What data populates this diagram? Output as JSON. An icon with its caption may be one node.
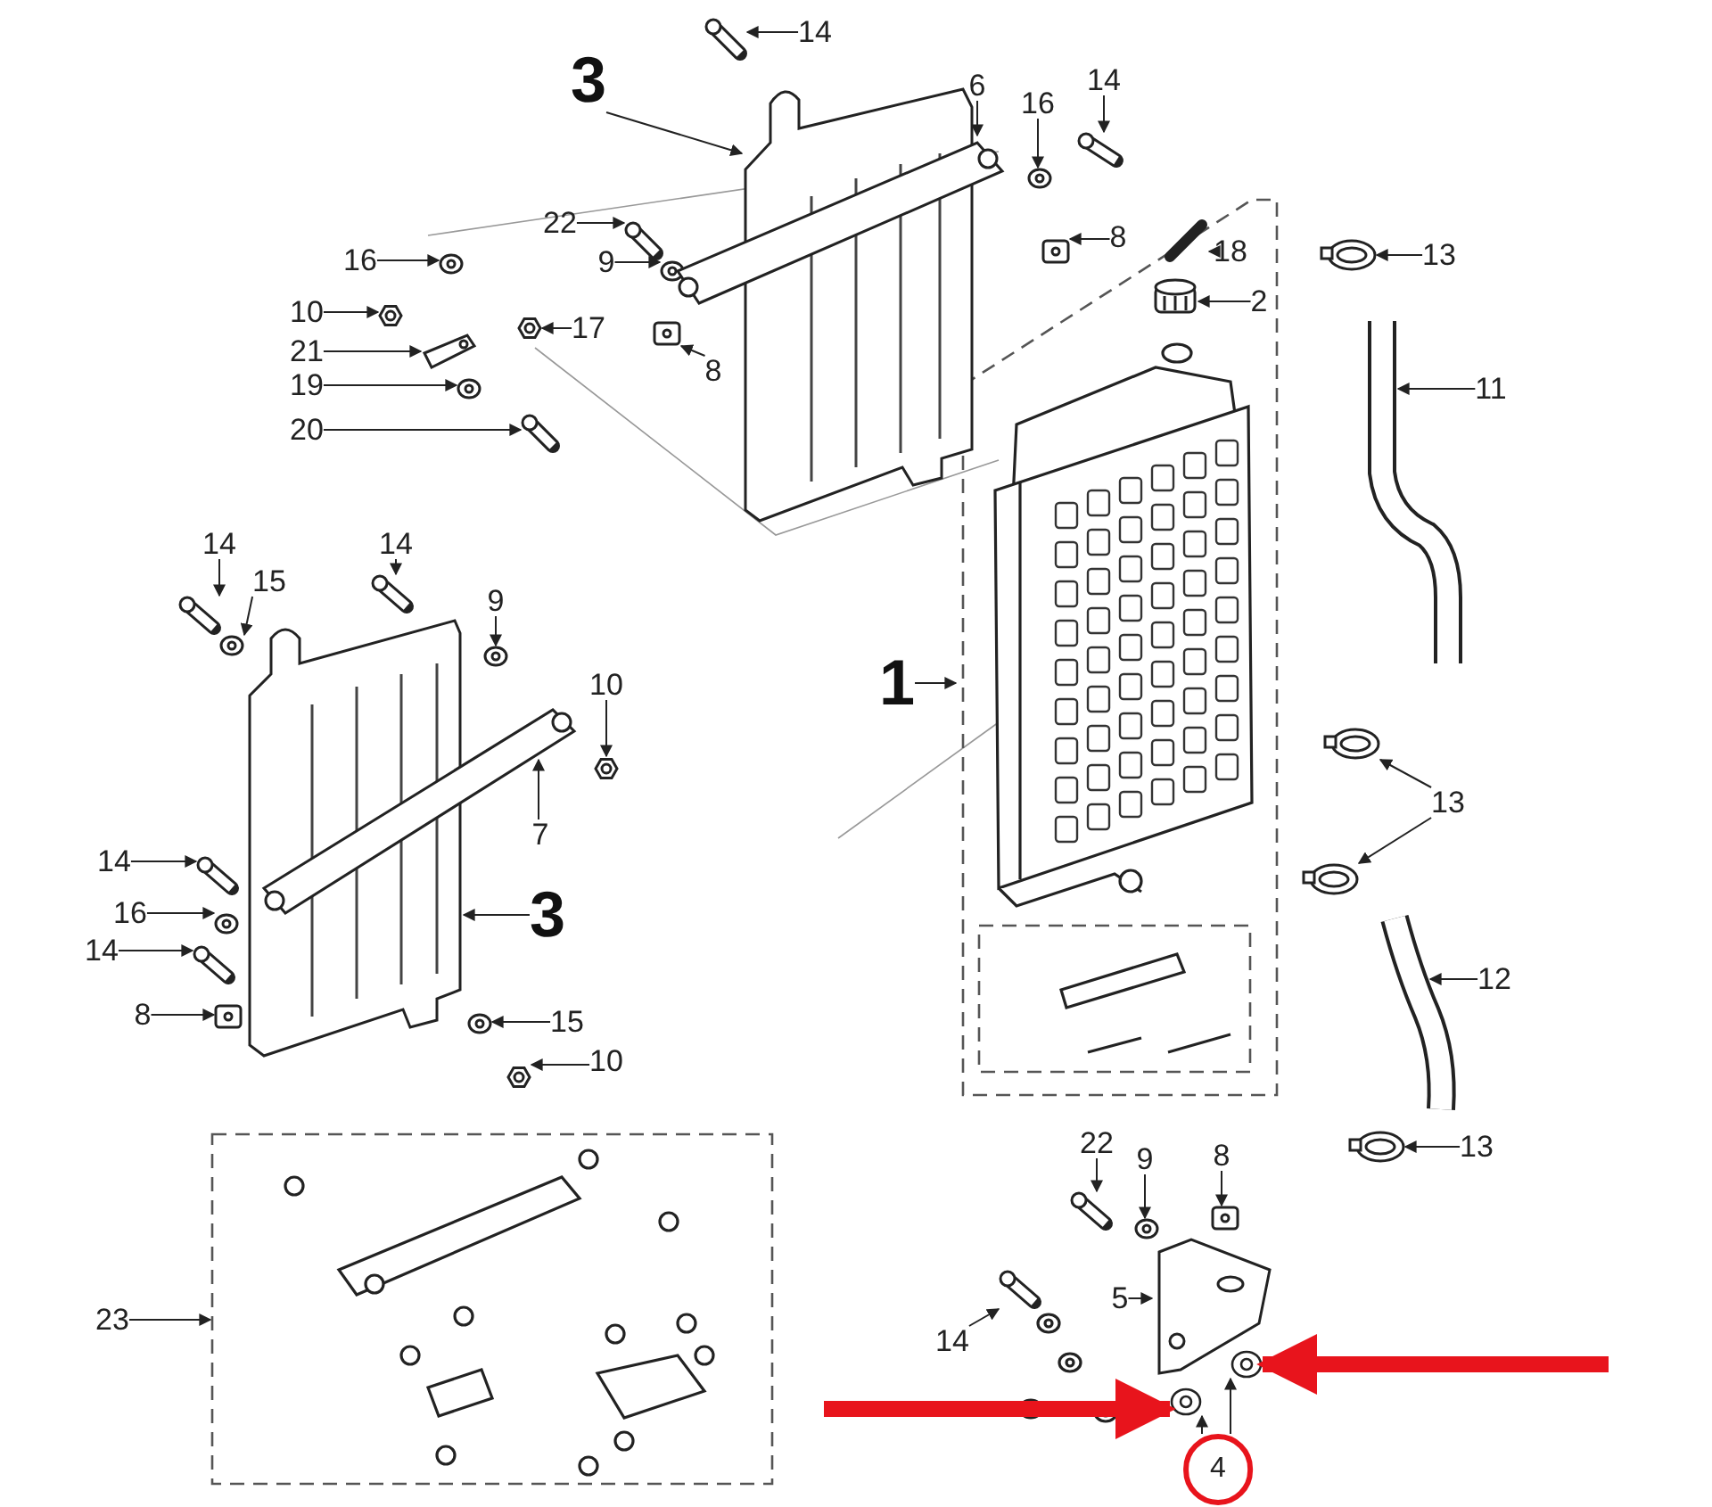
{
  "diagram": {
    "nodes": [
      {
        "text": [],
        "shape": "box"
      },
      {
        "text": [],
        "shape": "box",
        "in": 0
      },
      {
        "text": [],
        "shape": "box"
      },
      {
        "text": [
          "14"
        ]
      },
      {
        "text": [
          "3"
        ]
      },
      {
        "text": [
          "6"
        ]
      },
      {
        "text": [
          "16"
        ]
      },
      {
        "text": [
          "14"
        ]
      },
      {
        "text": [
          "22"
        ]
      },
      {
        "text": [
          "9"
        ]
      },
      {
        "text": [
          "8"
        ]
      },
      {
        "text": [
          "16"
        ]
      },
      {
        "text": [
          "10"
        ]
      },
      {
        "text": [
          "21"
        ]
      },
      {
        "text": [
          "17"
        ]
      },
      {
        "text": [
          "8"
        ]
      },
      {
        "text": [
          "19"
        ]
      },
      {
        "text": [
          "20"
        ]
      },
      {
        "text": [
          "18"
        ],
        "in": 0
      },
      {
        "text": [
          "13"
        ]
      },
      {
        "text": [
          "2"
        ],
        "in": 0
      },
      {
        "text": [
          "11"
        ]
      },
      {
        "text": [
          "14"
        ]
      },
      {
        "text": [
          "14"
        ]
      },
      {
        "text": [
          "15"
        ]
      },
      {
        "text": [
          "9"
        ]
      },
      {
        "text": [
          "1"
        ]
      },
      {
        "text": [
          "10"
        ]
      },
      {
        "text": [
          "13"
        ]
      },
      {
        "text": [
          "7"
        ]
      },
      {
        "text": [
          "14"
        ]
      },
      {
        "text": [
          "3"
        ]
      },
      {
        "text": [
          "16"
        ]
      },
      {
        "text": [
          "14"
        ]
      },
      {
        "text": [
          "12"
        ]
      },
      {
        "text": [
          "8"
        ]
      },
      {
        "text": [
          "15"
        ]
      },
      {
        "text": [
          "10"
        ]
      },
      {
        "text": [
          "13"
        ]
      },
      {
        "text": [
          "22"
        ]
      },
      {
        "text": [
          "9"
        ]
      },
      {
        "text": [
          "8"
        ]
      },
      {
        "text": [
          "23"
        ]
      },
      {
        "text": [
          "5"
        ]
      },
      {
        "text": [
          "14"
        ]
      },
      {
        "text": [
          "4"
        ]
      },
      {
        "text": [],
        "shape": "circle"
      },
      {
        "text": [],
        "shape": "circle"
      },
      {
        "text": [],
        "shape": "picture"
      },
      {
        "text": [],
        "shape": "picture"
      },
      {
        "text": [],
        "shape": "picture"
      },
      {
        "text": [],
        "shape": "picture"
      },
      {
        "text": [],
        "shape": "picture"
      },
      {
        "text": [],
        "shape": "picture"
      },
      {
        "text": [],
        "shape": "picture"
      },
      {
        "text": [],
        "shape": "picture"
      },
      {
        "text": [],
        "shape": "picture"
      },
      {
        "text": [],
        "shape": "picture"
      },
      {
        "text": [],
        "shape": "picture"
      },
      {
        "text": [],
        "shape": "picture"
      },
      {
        "text": [],
        "shape": "picture"
      },
      {
        "text": [],
        "shape": "picture",
        "in": 0
      },
      {
        "text": [],
        "shape": "picture",
        "in": 0
      },
      {
        "text": [],
        "shape": "picture"
      },
      {
        "text": [],
        "shape": "picture"
      },
      {
        "text": [],
        "shape": "picture"
      },
      {
        "text": [],
        "shape": "picture"
      },
      {
        "text": [],
        "shape": "picture"
      },
      {
        "text": [],
        "shape": "picture"
      },
      {
        "text": [],
        "shape": "picture"
      },
      {
        "text": [],
        "shape": "picture"
      },
      {
        "text": [],
        "shape": "picture"
      },
      {
        "text": [],
        "shape": "picture"
      },
      {
        "text": [],
        "shape": "picture"
      },
      {
        "text": [],
        "shape": "picture"
      },
      {
        "text": [],
        "shape": "picture"
      },
      {
        "text": [],
        "shape": "picture"
      },
      {
        "text": [],
        "shape": "picture"
      },
      {
        "text": [],
        "shape": "picture"
      },
      {
        "text": [],
        "shape": "picture"
      },
      {
        "text": [],
        "shape": "picture"
      },
      {
        "text": [],
        "shape": "picture"
      },
      {
        "text": [],
        "shape": "picture"
      },
      {
        "text": [],
        "shape": "picture"
      },
      {
        "text": [],
        "shape": "picture"
      },
      {
        "text": [],
        "shape": "picture"
      },
      {
        "text": [],
        "shape": "picture"
      },
      {
        "text": [],
        "shape": "picture"
      },
      {
        "text": [],
        "shape": "picture"
      }
    ],
    "edges": [
      {
        "from": 3,
        "to": 48,
        "arrow": "to"
      },
      {
        "from": 4,
        "to": 82,
        "arrow": "to"
      },
      {
        "from": 5,
        "to": 83,
        "arrow": "to"
      },
      {
        "from": 6,
        "to": 49,
        "arrow": "to"
      },
      {
        "from": 7,
        "to": 50,
        "arrow": "to"
      },
      {
        "from": 8,
        "to": 51,
        "arrow": "to"
      },
      {
        "from": 9,
        "to": 52,
        "arrow": "to"
      },
      {
        "from": 10,
        "to": 53,
        "arrow": "to"
      },
      {
        "from": 11,
        "to": 54,
        "arrow": "to"
      },
      {
        "from": 12,
        "to": 55,
        "arrow": "to"
      },
      {
        "from": 13,
        "to": 56,
        "arrow": "to"
      },
      {
        "from": 14,
        "to": 57,
        "arrow": "to"
      },
      {
        "from": 15,
        "to": 58,
        "arrow": "to"
      },
      {
        "from": 16,
        "to": 59,
        "arrow": "to"
      },
      {
        "from": 17,
        "to": 60,
        "arrow": "to"
      },
      {
        "from": 18,
        "to": 61,
        "arrow": "to"
      },
      {
        "from": 19,
        "to": 63,
        "arrow": "to"
      },
      {
        "from": 20,
        "to": 62,
        "arrow": "to"
      },
      {
        "from": 21,
        "to": 84,
        "arrow": "to"
      },
      {
        "from": 22,
        "to": 64,
        "arrow": "to"
      },
      {
        "from": 23,
        "to": 65,
        "arrow": "to"
      },
      {
        "from": 24,
        "to": 66,
        "arrow": "to"
      },
      {
        "from": 25,
        "to": 67,
        "arrow": "to"
      },
      {
        "from": 26,
        "to": 0,
        "arrow": "to"
      },
      {
        "from": 27,
        "to": 68,
        "arrow": "to"
      },
      {
        "from": 28,
        "to": 69,
        "arrow": "to"
      },
      {
        "from": 28,
        "to": 70,
        "arrow": "to"
      },
      {
        "from": 29,
        "to": 86,
        "arrow": "to"
      },
      {
        "from": 30,
        "to": 71,
        "arrow": "to"
      },
      {
        "from": 31,
        "to": 85,
        "arrow": "to"
      },
      {
        "from": 32,
        "to": 72,
        "arrow": "to"
      },
      {
        "from": 33,
        "to": 73,
        "arrow": "to"
      },
      {
        "from": 34,
        "to": 87,
        "arrow": "to"
      },
      {
        "from": 35,
        "to": 74,
        "arrow": "to"
      },
      {
        "from": 36,
        "to": 75,
        "arrow": "to"
      },
      {
        "from": 37,
        "to": 76,
        "arrow": "to"
      },
      {
        "from": 38,
        "to": 77,
        "arrow": "to"
      },
      {
        "from": 39,
        "to": 78,
        "arrow": "to"
      },
      {
        "from": 40,
        "to": 79,
        "arrow": "to"
      },
      {
        "from": 41,
        "to": 80,
        "arrow": "to"
      },
      {
        "from": 42,
        "to": 2,
        "arrow": "to"
      },
      {
        "from": 43,
        "to": 88,
        "arrow": "to"
      },
      {
        "from": 44,
        "to": 81,
        "arrow": "to"
      },
      {
        "from": 45,
        "to": 46,
        "arrow": "to"
      },
      {
        "from": 45,
        "to": 47,
        "arrow": "to"
      },
      {
        "from": null,
        "to": 46,
        "arrow": "to",
        "style": "thick",
        "color": "#e8141c"
      },
      {
        "from": null,
        "to": 47,
        "arrow": "to",
        "style": "thick",
        "color": "#e8141c"
      }
    ]
  }
}
